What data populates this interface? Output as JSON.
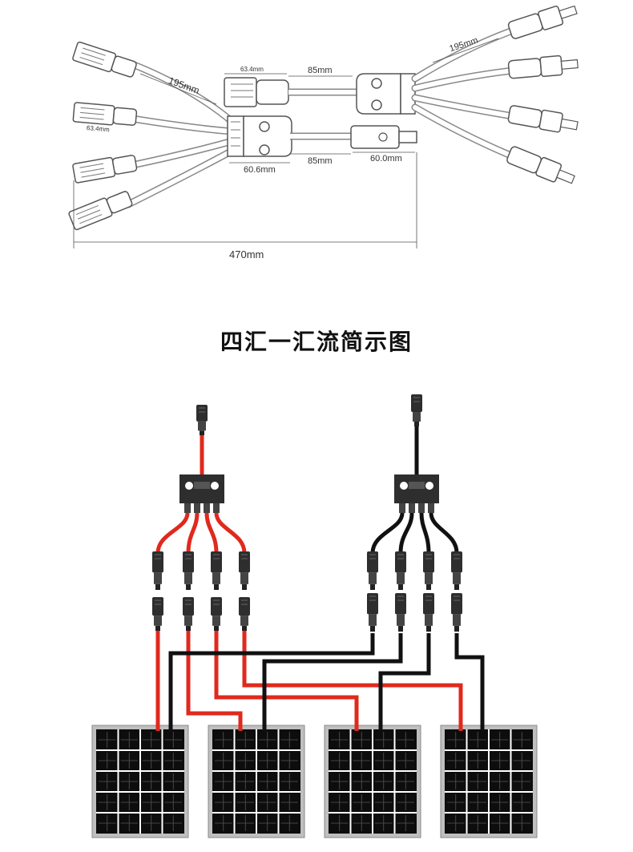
{
  "top_diagram": {
    "dimensions": {
      "branch_length_left": "195mm",
      "branch_length_right": "195mm",
      "connector_width_left_body": "63.4mm",
      "connector_width_left_branch": "63.4mm",
      "trunk_length_top": "85mm",
      "trunk_length_bottom": "85mm",
      "hub_width": "60.6mm",
      "end_connector_width": "60.0mm",
      "total_length": "470mm"
    }
  },
  "bottom_diagram": {
    "title": "四汇一汇流简示图",
    "panel_count": 4,
    "colors": {
      "positive_wire": "#e0291d",
      "negative_wire": "#111111",
      "connector": "#2e2e2e",
      "panel_frame": "#bfbfbf",
      "panel_cell": "#0d0d0d",
      "panel_grid": "#ffffff"
    }
  }
}
